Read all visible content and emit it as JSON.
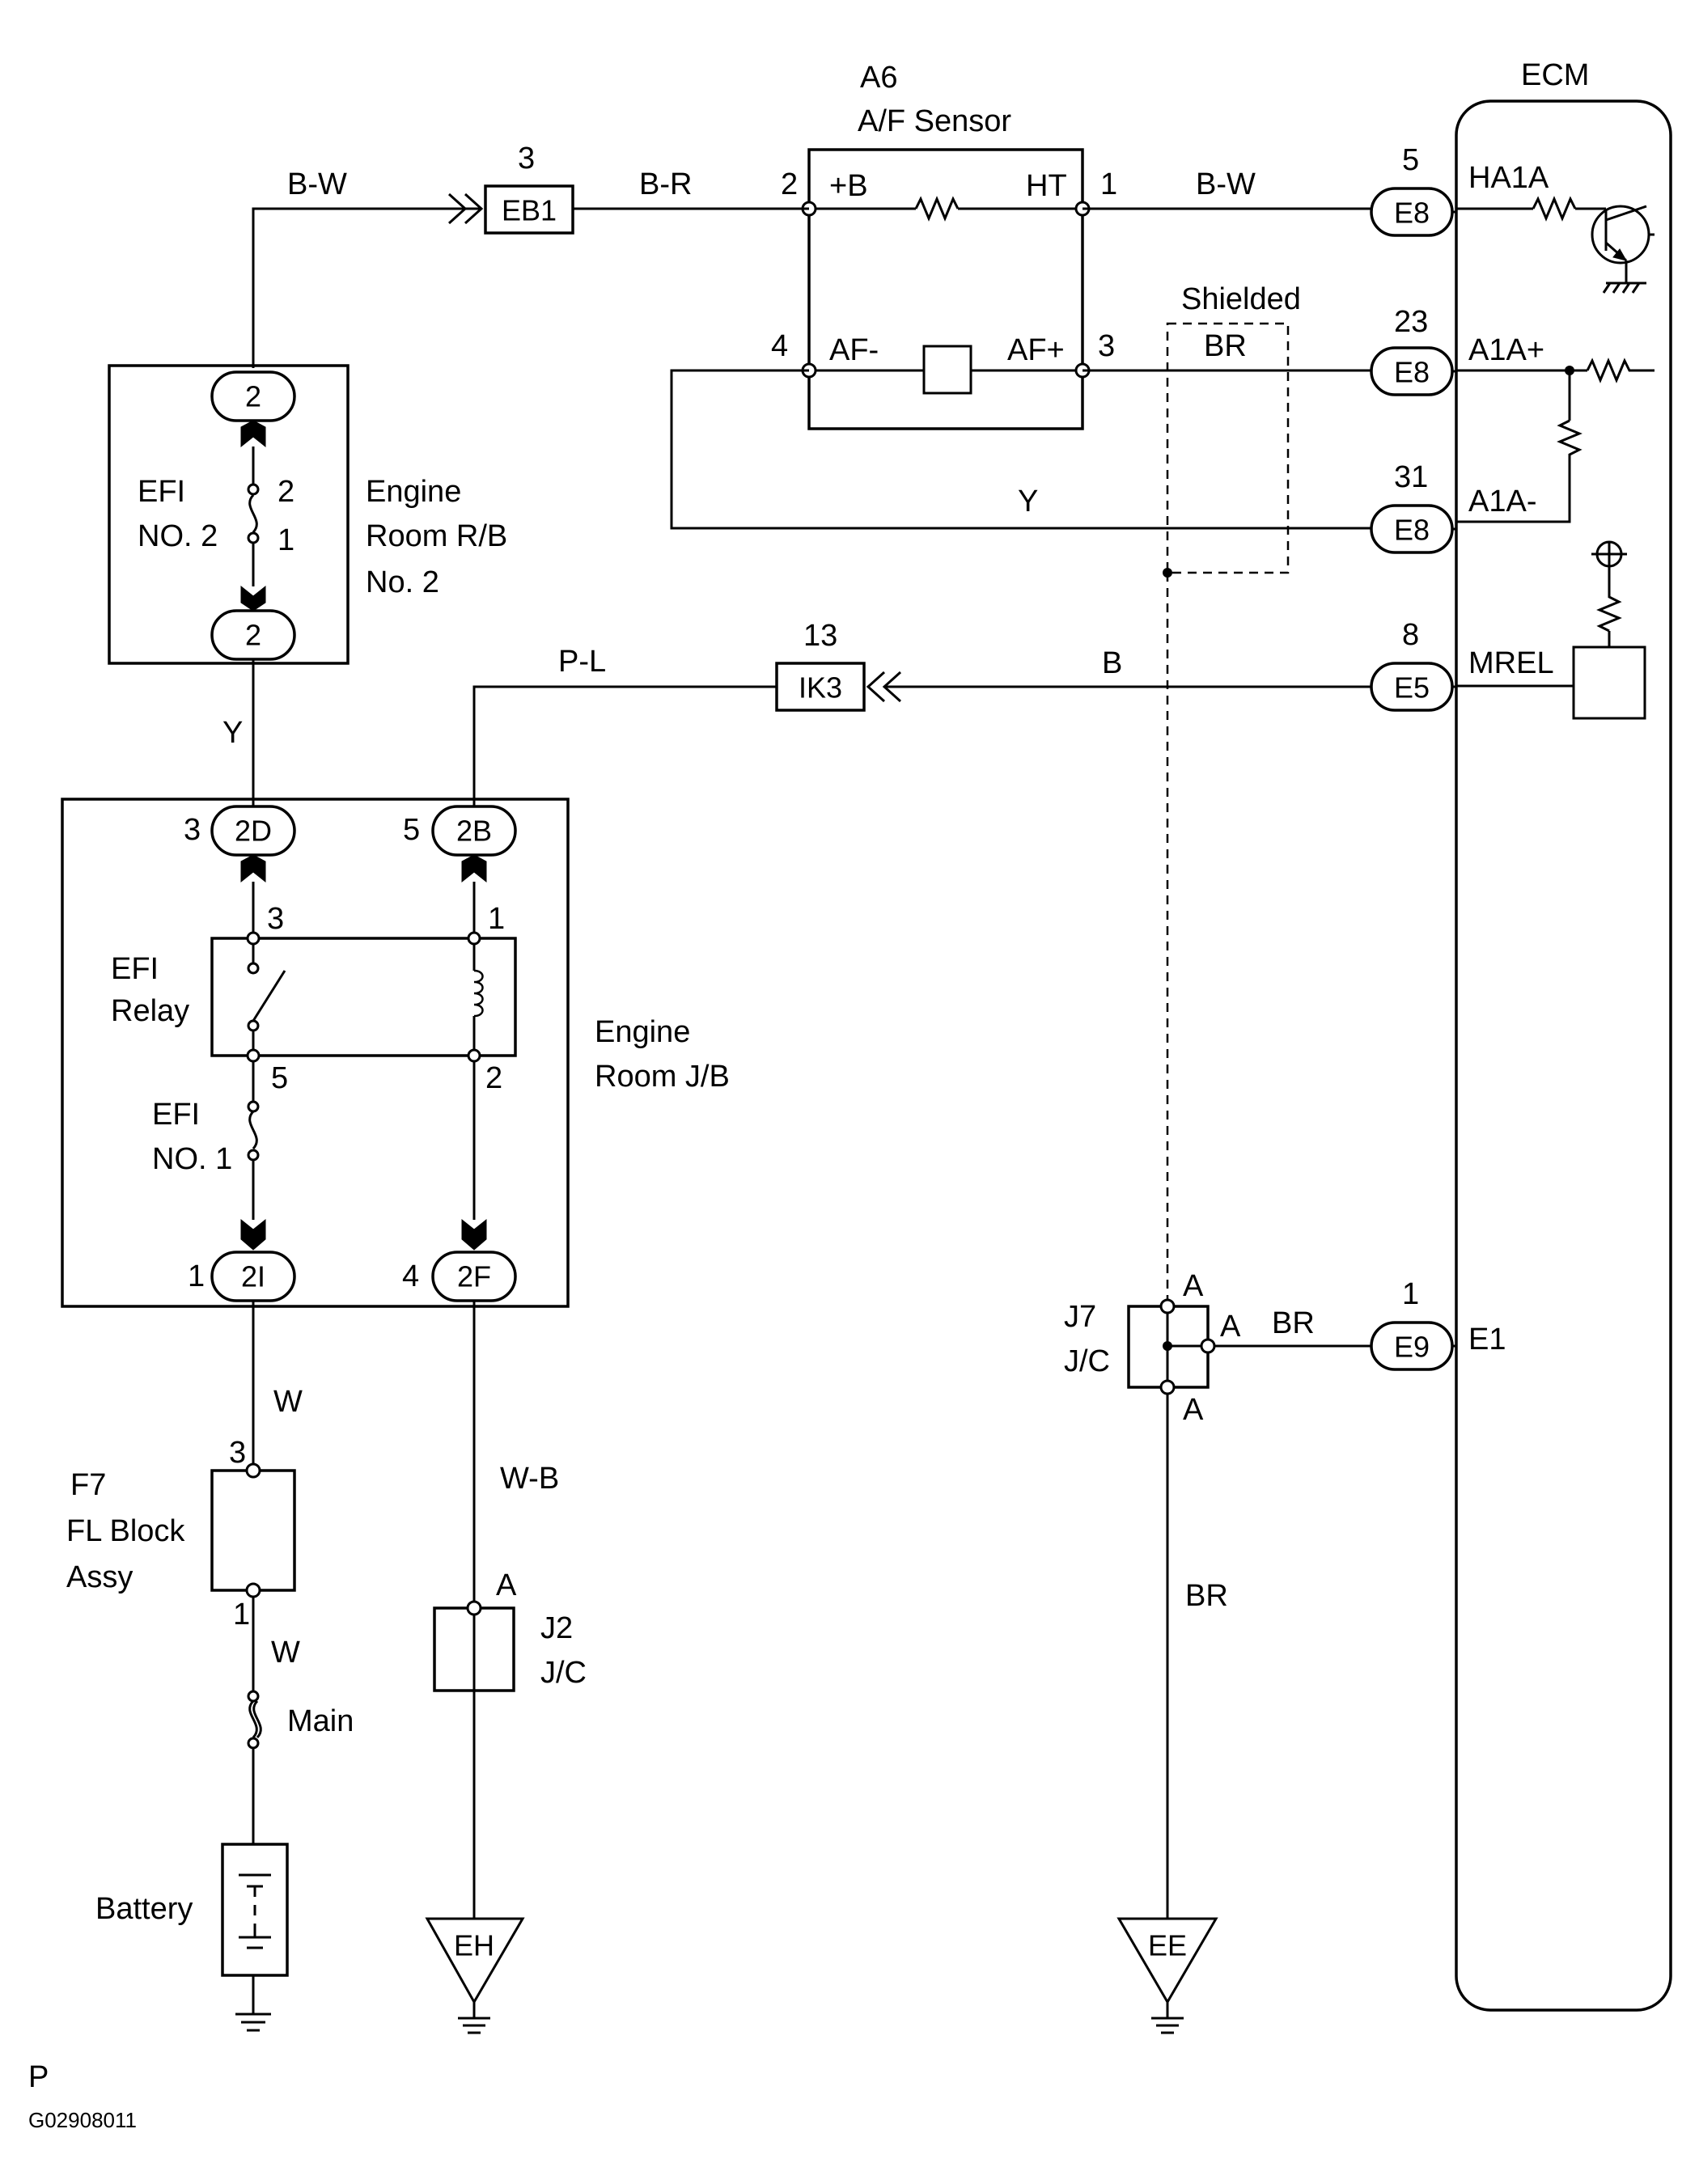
{
  "labels": {
    "ecm": "ECM",
    "af_sensor_id": "A6",
    "af_sensor_name": "A/F Sensor",
    "shielded": "Shielded",
    "rb_name_1": "Engine",
    "rb_name_2": "Room R/B",
    "rb_name_3": "No. 2",
    "efi2_1": "EFI",
    "efi2_2": "NO. 2",
    "jb_name_1": "Engine",
    "jb_name_2": "Room J/B",
    "efi_relay_1": "EFI",
    "efi_relay_2": "Relay",
    "efi1_1": "EFI",
    "efi1_2": "NO. 1",
    "f7_1": "F7",
    "f7_2": "FL Block",
    "f7_3": "Assy",
    "main": "Main",
    "battery": "Battery",
    "j2_1": "J2",
    "j2_2": "J/C",
    "j7_1": "J7",
    "j7_2": "J/C",
    "footer_p": "P",
    "footer_code": "G02908011"
  },
  "wires": {
    "bw_top": "B-W",
    "br_top": "B-R",
    "bw_ht": "B-W",
    "br_af": "BR",
    "y_af": "Y",
    "pl": "P-L",
    "b_mrel": "B",
    "y_left": "Y",
    "w_upper": "W",
    "w_lower": "W",
    "wb": "W-B",
    "br_e1": "BR",
    "br_ground": "BR"
  },
  "connectors": {
    "eb1": "EB1",
    "eb1_pin": "3",
    "ik3": "IK3",
    "ik3_pin": "13",
    "e8_ha1a": "E8",
    "e8_ha1a_pin": "5",
    "e8_a1ap": "E8",
    "e8_a1ap_pin": "23",
    "e8_a1am": "E8",
    "e8_a1am_pin": "31",
    "e5": "E5",
    "e5_pin": "8",
    "e9": "E9",
    "e9_pin": "1",
    "rb_top": "2",
    "rb_bot": "2",
    "c2d": "2D",
    "c2d_pin": "3",
    "c2b": "2B",
    "c2b_pin": "5",
    "c2i": "2I",
    "c2i_pin": "1",
    "c2f": "2F",
    "c2f_pin": "4",
    "eh": "EH",
    "ee": "EE"
  },
  "terminals": {
    "s_pb": "+B",
    "s_pb_pin": "2",
    "s_ht": "HT",
    "s_ht_pin": "1",
    "s_afm": "AF-",
    "s_afm_pin": "4",
    "s_afp": "AF+",
    "s_afp_pin": "3",
    "ecm_ha1a": "HA1A",
    "ecm_a1ap": "A1A+",
    "ecm_a1am": "A1A-",
    "ecm_mrel": "MREL",
    "ecm_e1": "E1",
    "efi2_p2": "2",
    "efi2_p1": "1",
    "relay_p3": "3",
    "relay_p1": "1",
    "relay_p5": "5",
    "relay_p2": "2",
    "f7_p3": "3",
    "f7_p1": "1",
    "j2_a": "A",
    "j7_a_top": "A",
    "j7_a_mid": "A",
    "j7_a_bot": "A"
  }
}
